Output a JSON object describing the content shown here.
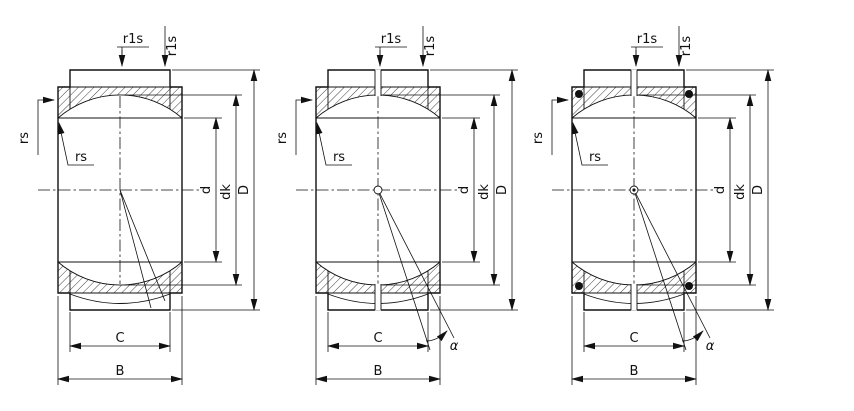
{
  "page": {
    "background": "#ffffff",
    "line_color": "#111111"
  },
  "drawing": {
    "type": "technical-drawing",
    "subject": "radial spherical plain bearings - dimension drawings (3 variants)",
    "labels": {
      "r1s": "r1s",
      "rs": "rs",
      "bore_diameter": "d",
      "sphere_diameter": "dk",
      "outer_diameter": "D",
      "outer_ring_width": "C",
      "inner_ring_width": "B",
      "tilt_angle": "α"
    },
    "bearings": [
      {
        "id": "bearing-1",
        "variant": "basic",
        "features": [
          "misalignment-lines"
        ]
      },
      {
        "id": "bearing-2",
        "variant": "split-outer-ring",
        "features": [
          "center-split",
          "sphere-center-circle",
          "tilt-angle-label"
        ]
      },
      {
        "id": "bearing-3",
        "variant": "sealed",
        "features": [
          "center-split",
          "sphere-center-circle",
          "tilt-angle-label",
          "seals"
        ]
      }
    ]
  }
}
